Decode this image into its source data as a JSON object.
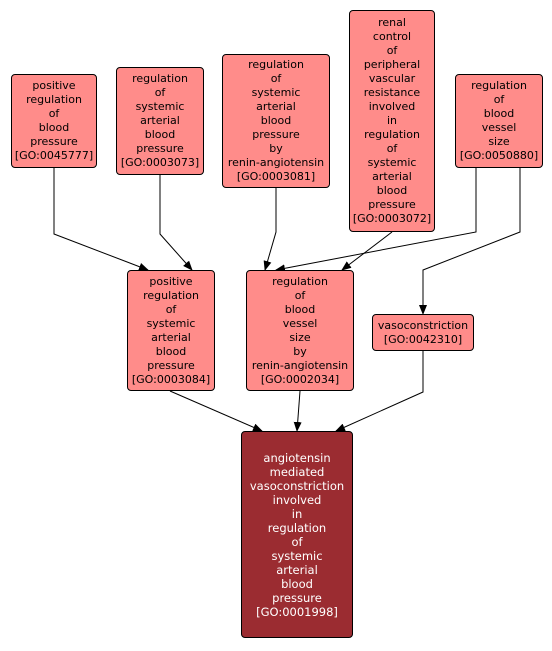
{
  "colors": {
    "ancestor_fill": "#ff8c8a",
    "focus_fill": "#9b2c31",
    "focus_text": "#ffffff",
    "border": "#000000",
    "edge": "#000000"
  },
  "nodes": {
    "go0045777": {
      "lines": [
        "positive",
        "regulation",
        "of",
        "blood",
        "pressure",
        "[GO:0045777]"
      ]
    },
    "go0003073": {
      "lines": [
        "regulation",
        "of",
        "systemic",
        "arterial",
        "blood",
        "pressure",
        "[GO:0003073]"
      ]
    },
    "go0003081": {
      "lines": [
        "regulation",
        "of",
        "systemic",
        "arterial",
        "blood",
        "pressure",
        "by",
        "renin-angiotensin",
        "[GO:0003081]"
      ]
    },
    "go0003072": {
      "lines": [
        "renal",
        "control",
        "of",
        "peripheral",
        "vascular",
        "resistance",
        "involved",
        "in",
        "regulation",
        "of",
        "systemic",
        "arterial",
        "blood",
        "pressure",
        "[GO:0003072]"
      ]
    },
    "go0050880": {
      "lines": [
        "regulation",
        "of",
        "blood",
        "vessel",
        "size",
        "[GO:0050880]"
      ]
    },
    "go0003084": {
      "lines": [
        "positive",
        "regulation",
        "of",
        "systemic",
        "arterial",
        "blood",
        "pressure",
        "[GO:0003084]"
      ]
    },
    "go0002034": {
      "lines": [
        "regulation",
        "of",
        "blood",
        "vessel",
        "size",
        "by",
        "renin-angiotensin",
        "[GO:0002034]"
      ]
    },
    "go0042310": {
      "lines": [
        "vasoconstriction",
        "[GO:0042310]"
      ]
    },
    "go0001998": {
      "lines": [
        "angiotensin",
        "mediated",
        "vasoconstriction",
        "involved",
        "in",
        "regulation",
        "of",
        "systemic",
        "arterial",
        "blood",
        "pressure",
        "[GO:0001998]"
      ]
    }
  },
  "edges": [
    {
      "from": "go0045777",
      "to": "go0003084"
    },
    {
      "from": "go0003073",
      "to": "go0003084"
    },
    {
      "from": "go0003081",
      "to": "go0002034"
    },
    {
      "from": "go0003072",
      "to": "go0002034"
    },
    {
      "from": "go0050880",
      "to": "go0002034"
    },
    {
      "from": "go0050880",
      "to": "go0042310"
    },
    {
      "from": "go0003084",
      "to": "go0001998"
    },
    {
      "from": "go0002034",
      "to": "go0001998"
    },
    {
      "from": "go0042310",
      "to": "go0001998"
    }
  ]
}
